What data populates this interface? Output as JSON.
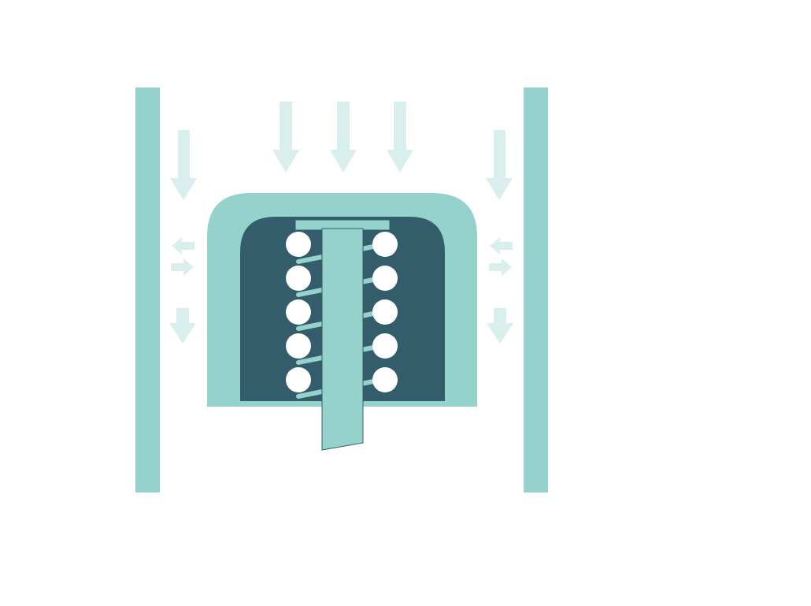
{
  "colors": {
    "background": "#ffffff",
    "wall": "#95d2cc",
    "housing": "#95d2cc",
    "cavity": "#345d6c",
    "stem": "#95d2cc",
    "coil": "#ffffff",
    "flow_arrow": "#d8efed"
  },
  "components": {
    "left_wall": "wall",
    "right_wall": "wall",
    "housing": "cap-housing",
    "cavity": "inner-cavity",
    "stem": "t-shaped-stem",
    "spring": "coil-spring"
  },
  "spring": {
    "coil_turns": 5
  },
  "flow_arrows": {
    "top_downward_count": 3,
    "side_downward_upper_count": 2,
    "side_downward_lower_count": 2,
    "side_horizontal_pairs": 2
  }
}
